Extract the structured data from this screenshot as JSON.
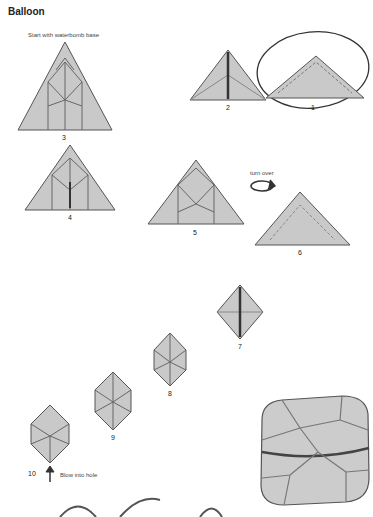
{
  "diagram": {
    "title": "Balloon",
    "labels": [
      "Start with waterbomb base",
      "1",
      "2",
      "3",
      "4",
      "5",
      "turn over",
      "6",
      "7",
      "8",
      "9",
      "10",
      "Blow into hole"
    ]
  }
}
